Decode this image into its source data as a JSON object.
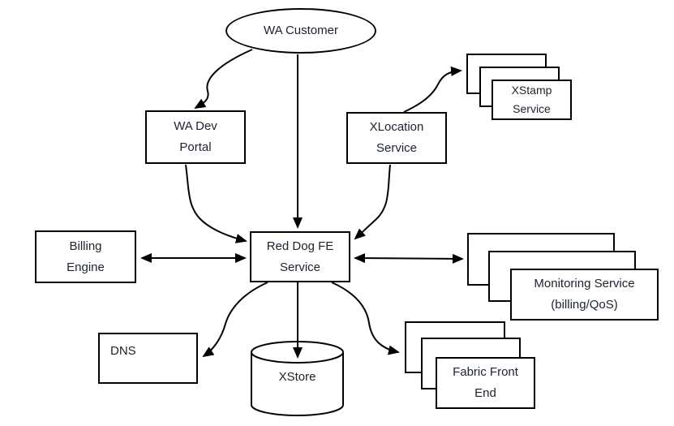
{
  "diagram": {
    "colors": {
      "line": "#000000",
      "text": "#1b2330",
      "background": "#ffffff"
    },
    "nodes": {
      "wa_customer": {
        "shape": "ellipse",
        "label": "WA Customer"
      },
      "wa_dev_portal": {
        "shape": "box",
        "line1": "WA Dev",
        "line2": "Portal"
      },
      "xlocation": {
        "shape": "box",
        "line1": "XLocation",
        "line2": "Service"
      },
      "xstamp": {
        "shape": "stack",
        "line1": "XStamp",
        "line2": "Service"
      },
      "red_dog_fe": {
        "shape": "box",
        "line1": "Red Dog FE",
        "line2": "Service"
      },
      "billing": {
        "shape": "box",
        "line1": "Billing",
        "line2": "Engine"
      },
      "monitoring": {
        "shape": "stack",
        "line1": "Monitoring Service",
        "line2": "(billing/QoS)"
      },
      "dns": {
        "shape": "box",
        "label": "DNS"
      },
      "xstore": {
        "shape": "cylinder",
        "label": "XStore"
      },
      "fabric": {
        "shape": "stack",
        "line1": "Fabric Front",
        "line2": "End"
      }
    },
    "edges": [
      {
        "from": "WA Customer",
        "to": "WA Dev Portal",
        "type": "arrow"
      },
      {
        "from": "WA Customer",
        "to": "Red Dog FE Service",
        "type": "arrow"
      },
      {
        "from": "XLocation Service",
        "to": "XStamp Service",
        "type": "arrow"
      },
      {
        "from": "WA Dev Portal",
        "to": "Red Dog FE Service",
        "type": "arrow"
      },
      {
        "from": "XLocation Service",
        "to": "Red Dog FE Service",
        "type": "arrow"
      },
      {
        "from": "Billing Engine",
        "to": "Red Dog FE Service",
        "type": "double-arrow"
      },
      {
        "from": "Red Dog FE Service",
        "to": "Monitoring Service (billing/QoS)",
        "type": "double-arrow"
      },
      {
        "from": "Red Dog FE Service",
        "to": "DNS",
        "type": "arrow"
      },
      {
        "from": "Red Dog FE Service",
        "to": "XStore",
        "type": "arrow"
      },
      {
        "from": "Red Dog FE Service",
        "to": "Fabric Front End",
        "type": "arrow"
      }
    ]
  }
}
